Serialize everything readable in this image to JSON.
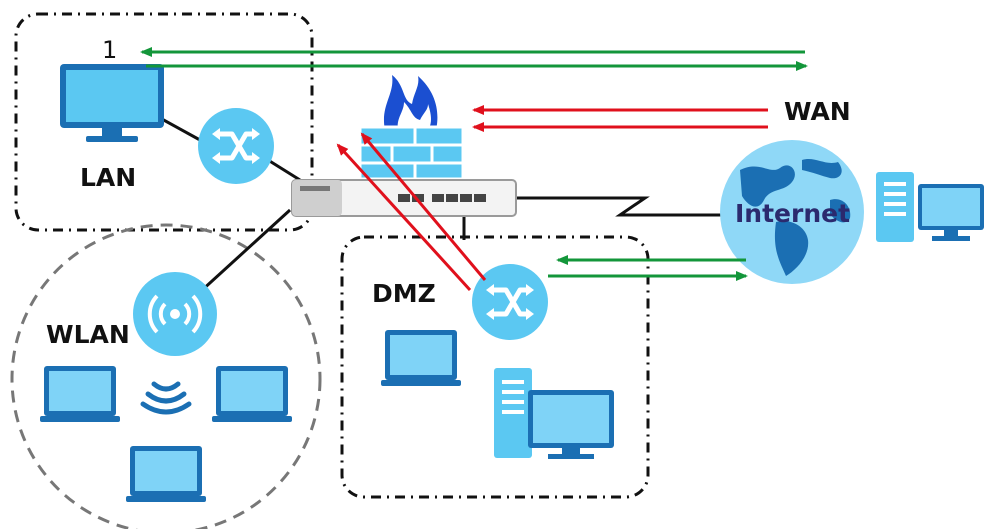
{
  "labels": {
    "lan": "LAN",
    "wan": "WAN",
    "dmz": "DMZ",
    "wlan": "WLAN",
    "internet": "Internet",
    "number_marker": "1"
  },
  "colors": {
    "device_blue": "#5bc8f2",
    "device_dark": "#1b6fb3",
    "arrow_green": "#13963a",
    "arrow_red": "#e0101c",
    "firewall_flame": "#1b4fd1",
    "internet_text": "#2b2a6e",
    "zone_border": "#111111",
    "wlan_border": "#777777"
  },
  "icons": [
    "monitor-icon",
    "switch-icon",
    "router-icon",
    "firewall-icon",
    "globe-icon",
    "server-icon",
    "laptop-icon",
    "access-point-icon",
    "wifi-signal-icon"
  ]
}
